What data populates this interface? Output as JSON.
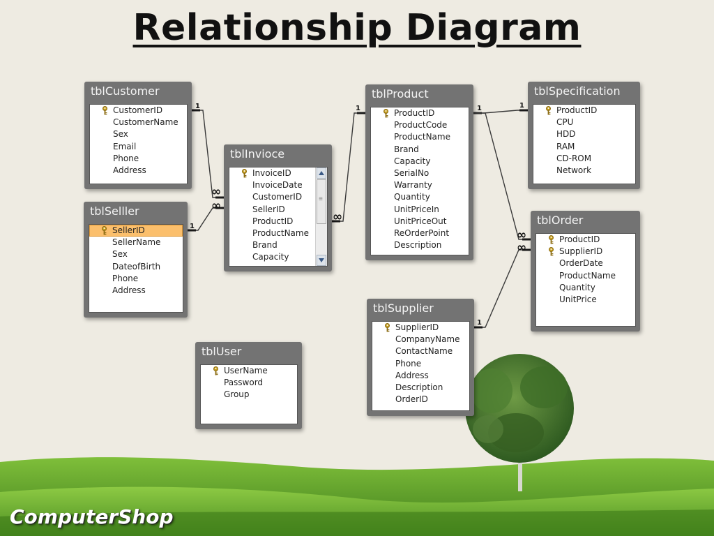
{
  "title": "Relationship Diagram",
  "brand": "ComputerShop",
  "cardinality": {
    "one": "1",
    "many": "∞"
  },
  "colors": {
    "background": "#eeebe2",
    "table_frame": "#737373",
    "selected_row": "#fbbf6c",
    "grass": "#5b9a2a",
    "key_icon": "#c8a020"
  },
  "icons": {
    "primary_key": "key-icon"
  },
  "tables": {
    "customer": {
      "name": "tblCustomer",
      "fields": [
        {
          "name": "CustomerID",
          "key": true
        },
        {
          "name": "CustomerName",
          "key": false
        },
        {
          "name": "Sex",
          "key": false
        },
        {
          "name": "Email",
          "key": false
        },
        {
          "name": "Phone",
          "key": false
        },
        {
          "name": "Address",
          "key": false
        }
      ]
    },
    "seller": {
      "name": "tblSelller",
      "fields": [
        {
          "name": "SellerID",
          "key": true,
          "selected": true
        },
        {
          "name": "SellerName",
          "key": false
        },
        {
          "name": "Sex",
          "key": false
        },
        {
          "name": "DateofBirth",
          "key": false
        },
        {
          "name": "Phone",
          "key": false
        },
        {
          "name": "Address",
          "key": false
        }
      ]
    },
    "invoice": {
      "name": "tblInvioce",
      "fields": [
        {
          "name": "InvoiceID",
          "key": true
        },
        {
          "name": "InvoiceDate",
          "key": false
        },
        {
          "name": "CustomerID",
          "key": false
        },
        {
          "name": "SellerID",
          "key": false
        },
        {
          "name": "ProductID",
          "key": false
        },
        {
          "name": "ProductName",
          "key": false
        },
        {
          "name": "Brand",
          "key": false
        },
        {
          "name": "Capacity",
          "key": false
        }
      ]
    },
    "product": {
      "name": "tblProduct",
      "fields": [
        {
          "name": "ProductID",
          "key": true
        },
        {
          "name": "ProductCode",
          "key": false
        },
        {
          "name": "ProductName",
          "key": false
        },
        {
          "name": "Brand",
          "key": false
        },
        {
          "name": "Capacity",
          "key": false
        },
        {
          "name": "SerialNo",
          "key": false
        },
        {
          "name": "Warranty",
          "key": false
        },
        {
          "name": "Quantity",
          "key": false
        },
        {
          "name": "UnitPriceIn",
          "key": false
        },
        {
          "name": "UnitPriceOut",
          "key": false
        },
        {
          "name": "ReOrderPoint",
          "key": false
        },
        {
          "name": "Description",
          "key": false
        }
      ]
    },
    "specification": {
      "name": "tblSpecification",
      "fields": [
        {
          "name": "ProductID",
          "key": true
        },
        {
          "name": "CPU",
          "key": false
        },
        {
          "name": "HDD",
          "key": false
        },
        {
          "name": "RAM",
          "key": false
        },
        {
          "name": "CD-ROM",
          "key": false
        },
        {
          "name": "Network",
          "key": false
        }
      ]
    },
    "order": {
      "name": "tblOrder",
      "fields": [
        {
          "name": "ProductID",
          "key": true
        },
        {
          "name": "SupplierID",
          "key": true
        },
        {
          "name": "OrderDate",
          "key": false
        },
        {
          "name": "ProductName",
          "key": false
        },
        {
          "name": "Quantity",
          "key": false
        },
        {
          "name": "UnitPrice",
          "key": false
        }
      ]
    },
    "supplier": {
      "name": "tblSupplier",
      "fields": [
        {
          "name": "SupplierID",
          "key": true
        },
        {
          "name": "CompanyName",
          "key": false
        },
        {
          "name": "ContactName",
          "key": false
        },
        {
          "name": "Phone",
          "key": false
        },
        {
          "name": "Address",
          "key": false
        },
        {
          "name": "Description",
          "key": false
        },
        {
          "name": "OrderID",
          "key": false
        }
      ]
    },
    "user": {
      "name": "tblUser",
      "fields": [
        {
          "name": "UserName",
          "key": true
        },
        {
          "name": "Password",
          "key": false
        },
        {
          "name": "Group",
          "key": false
        }
      ]
    }
  },
  "relationships": [
    {
      "from": "tblCustomer.CustomerID",
      "to": "tblInvioce.CustomerID",
      "from_card": "1",
      "to_card": "∞"
    },
    {
      "from": "tblSelller.SellerID",
      "to": "tblInvioce.SellerID",
      "from_card": "1",
      "to_card": "∞"
    },
    {
      "from": "tblProduct.ProductID",
      "to": "tblInvioce.ProductID",
      "from_card": "1",
      "to_card": "∞"
    },
    {
      "from": "tblProduct.ProductID",
      "to": "tblSpecification.ProductID",
      "from_card": "1",
      "to_card": "1"
    },
    {
      "from": "tblProduct.ProductID",
      "to": "tblOrder.ProductID",
      "from_card": "1",
      "to_card": "∞"
    },
    {
      "from": "tblSupplier.SupplierID",
      "to": "tblOrder.SupplierID",
      "from_card": "1",
      "to_card": "∞"
    }
  ]
}
